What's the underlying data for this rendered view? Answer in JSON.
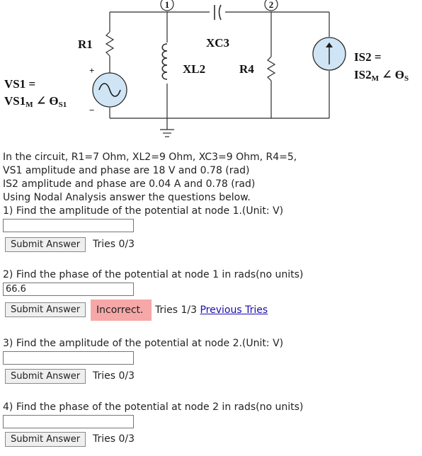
{
  "circuit": {
    "node1": "1",
    "node2": "2",
    "r1": "R1",
    "xl2": "XL2",
    "xc3": "XC3",
    "r4": "R4",
    "vs1_line1": "VS1 =",
    "vs1_line2_main": "VS1",
    "vs1_line2_sub1": "M",
    "vs1_line2_angle": " ∠ ϴ",
    "vs1_line2_sub2": "S1",
    "is2_line1": "IS2 =",
    "is2_line2_main": "IS2",
    "is2_line2_sub1": "M",
    "is2_line2_angle": " ∠ ϴ",
    "is2_line2_sub2": "S",
    "plus": "+",
    "minus": "−"
  },
  "problem": {
    "lines": [
      "In the circuit, R1=7 Ohm, XL2=9 Ohm, XC3=9 Ohm, R4=5,",
      "VS1 amplitude and phase are 18 V and 0.78 (rad)",
      "IS2 amplitude and phase are 0.04 A and 0.78 (rad)",
      "Using Nodal Analysis answer the questions below."
    ]
  },
  "questions": [
    {
      "text": "1) Find the amplitude of the potential at node 1.(Unit: V)",
      "value": "",
      "submit": "Submit Answer",
      "tries": "Tries 0/3"
    },
    {
      "text": "2) Find the phase of the potential at node 1 in rads(no units)",
      "value": "66.6",
      "submit": "Submit Answer",
      "status": "Incorrect.",
      "tries": "Tries 1/3",
      "previous": "Previous Tries"
    },
    {
      "text": "3) Find the amplitude of the potential at node 2.(Unit: V)",
      "value": "",
      "submit": "Submit Answer",
      "tries": "Tries 0/3"
    },
    {
      "text": "4) Find the phase of the potential at node 2 in rads(no units)",
      "value": "",
      "submit": "Submit Answer",
      "tries": "Tries 0/3"
    }
  ]
}
